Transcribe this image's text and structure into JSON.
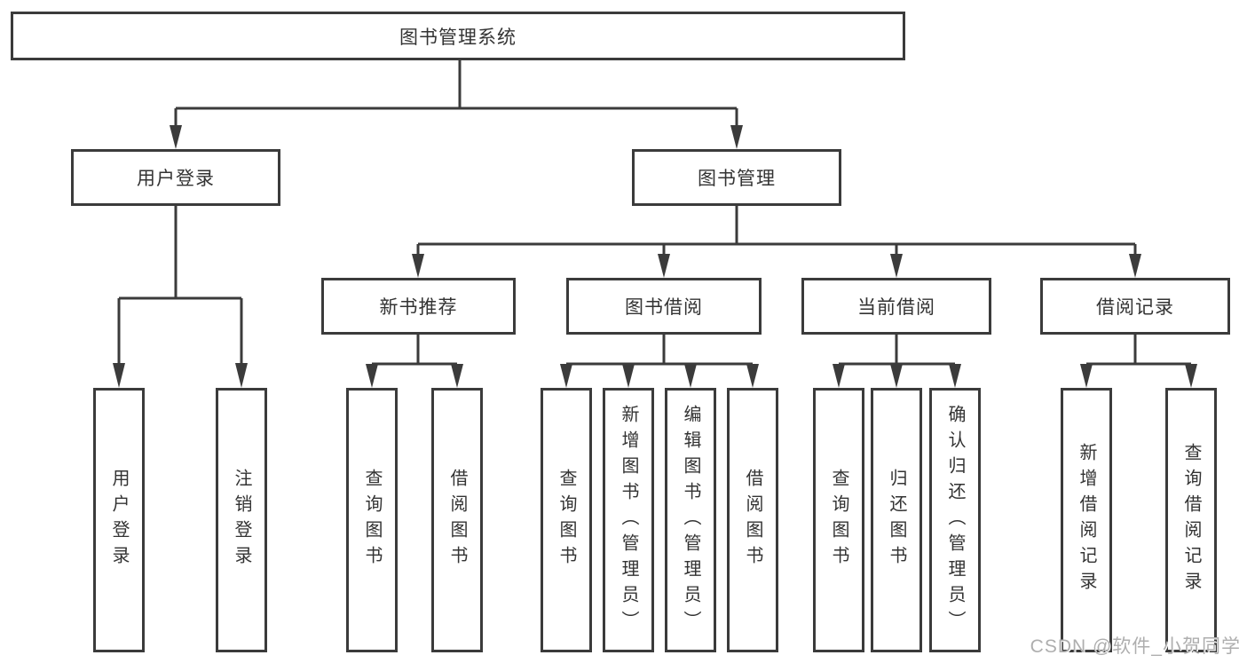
{
  "diagram": {
    "root": {
      "label": "图书管理系统"
    },
    "level2": {
      "user_login": {
        "label": "用户登录"
      },
      "book_management": {
        "label": "图书管理"
      }
    },
    "level3": {
      "new_book_recommend": {
        "label": "新书推荐"
      },
      "book_borrowing": {
        "label": "图书借阅"
      },
      "current_borrowing": {
        "label": "当前借阅"
      },
      "borrowing_records": {
        "label": "借阅记录"
      }
    },
    "leaves": {
      "user_login_action": {
        "label": "用户登录"
      },
      "logout_action": {
        "label": "注销登录"
      },
      "nbr_query_books": {
        "label": "查询图书"
      },
      "nbr_borrow_books": {
        "label": "借阅图书"
      },
      "bb_query_books": {
        "label": "查询图书"
      },
      "bb_add_books_admin": {
        "label": "新增图书（管理员）"
      },
      "bb_edit_books_admin": {
        "label": "编辑图书（管理员）"
      },
      "bb_borrow_books": {
        "label": "借阅图书"
      },
      "cb_query_books": {
        "label": "查询图书"
      },
      "cb_return_books": {
        "label": "归还图书"
      },
      "cb_confirm_return_admin": {
        "label": "确认归还（管理员）"
      },
      "br_add_record": {
        "label": "新增借阅记录"
      },
      "br_query_record": {
        "label": "查询借阅记录"
      }
    }
  },
  "watermark": "CSDN @软件_小贺同学",
  "colors": {
    "line": "#3b3b3b",
    "node_text": "#333333",
    "watermark_text": "#aeaeae",
    "background": "#ffffff"
  }
}
